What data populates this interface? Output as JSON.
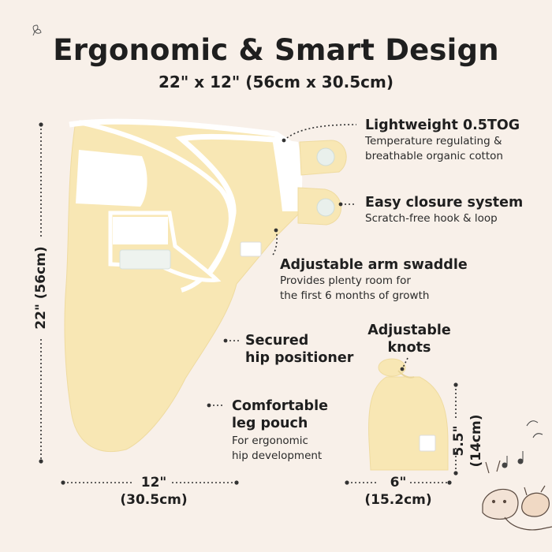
{
  "header": {
    "title": "Ergonomic & Smart Design",
    "subtitle": "22\" x 12\" (56cm x 30.5cm)"
  },
  "features": [
    {
      "title": "Lightweight 0.5TOG",
      "desc": [
        "Temperature regulating &",
        "breathable organic cotton"
      ]
    },
    {
      "title": "Easy closure system",
      "desc": [
        "Scratch-free hook & loop"
      ]
    },
    {
      "title": "Adjustable arm swaddle",
      "desc": [
        "Provides plenty room for",
        "the first 6 months of growth"
      ]
    },
    {
      "title": [
        "Secured",
        "hip positioner"
      ],
      "desc": []
    },
    {
      "title": [
        "Comfortable",
        "leg pouch"
      ],
      "desc": [
        "For ergonomic",
        "hip development"
      ]
    },
    {
      "title": [
        "Adjustable",
        "knots"
      ],
      "desc": []
    }
  ],
  "dimensions": {
    "swaddle_height": "22\" (56cm)",
    "swaddle_width": [
      "12\"",
      "(30.5cm)"
    ],
    "hat_width": [
      "6\"",
      "(15.2cm)"
    ],
    "hat_height": [
      "5.5\"",
      "(14cm)"
    ]
  },
  "colors": {
    "background": "#f8f0e9",
    "fabric": "#f8e7b4",
    "trim": "#ffffff",
    "text": "#1f1f1f"
  },
  "icons": [
    "butterfly-icon",
    "music-notes-icon",
    "deer-illustration"
  ]
}
